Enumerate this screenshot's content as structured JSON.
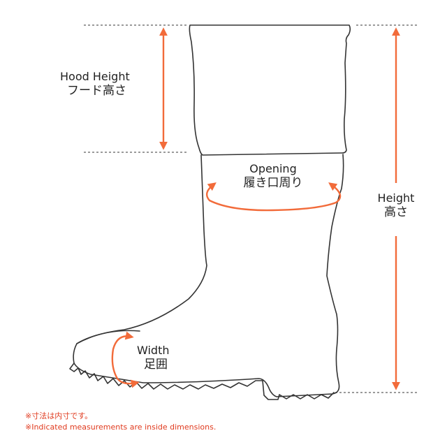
{
  "labels": {
    "hood_height_en": "Hood Height",
    "hood_height_ja": "フード高さ",
    "opening_en": "Opening",
    "opening_ja": "履き口周り",
    "height_en": "Height",
    "height_ja": "高さ",
    "width_en": "Width",
    "width_ja": "足囲"
  },
  "notes": {
    "ja": "※寸法は内寸です。",
    "en": "※Indicated measurements are inside dimensions."
  },
  "colors": {
    "accent": "#f26b3a",
    "outline": "#333333",
    "guide": "#9a9a9a"
  }
}
